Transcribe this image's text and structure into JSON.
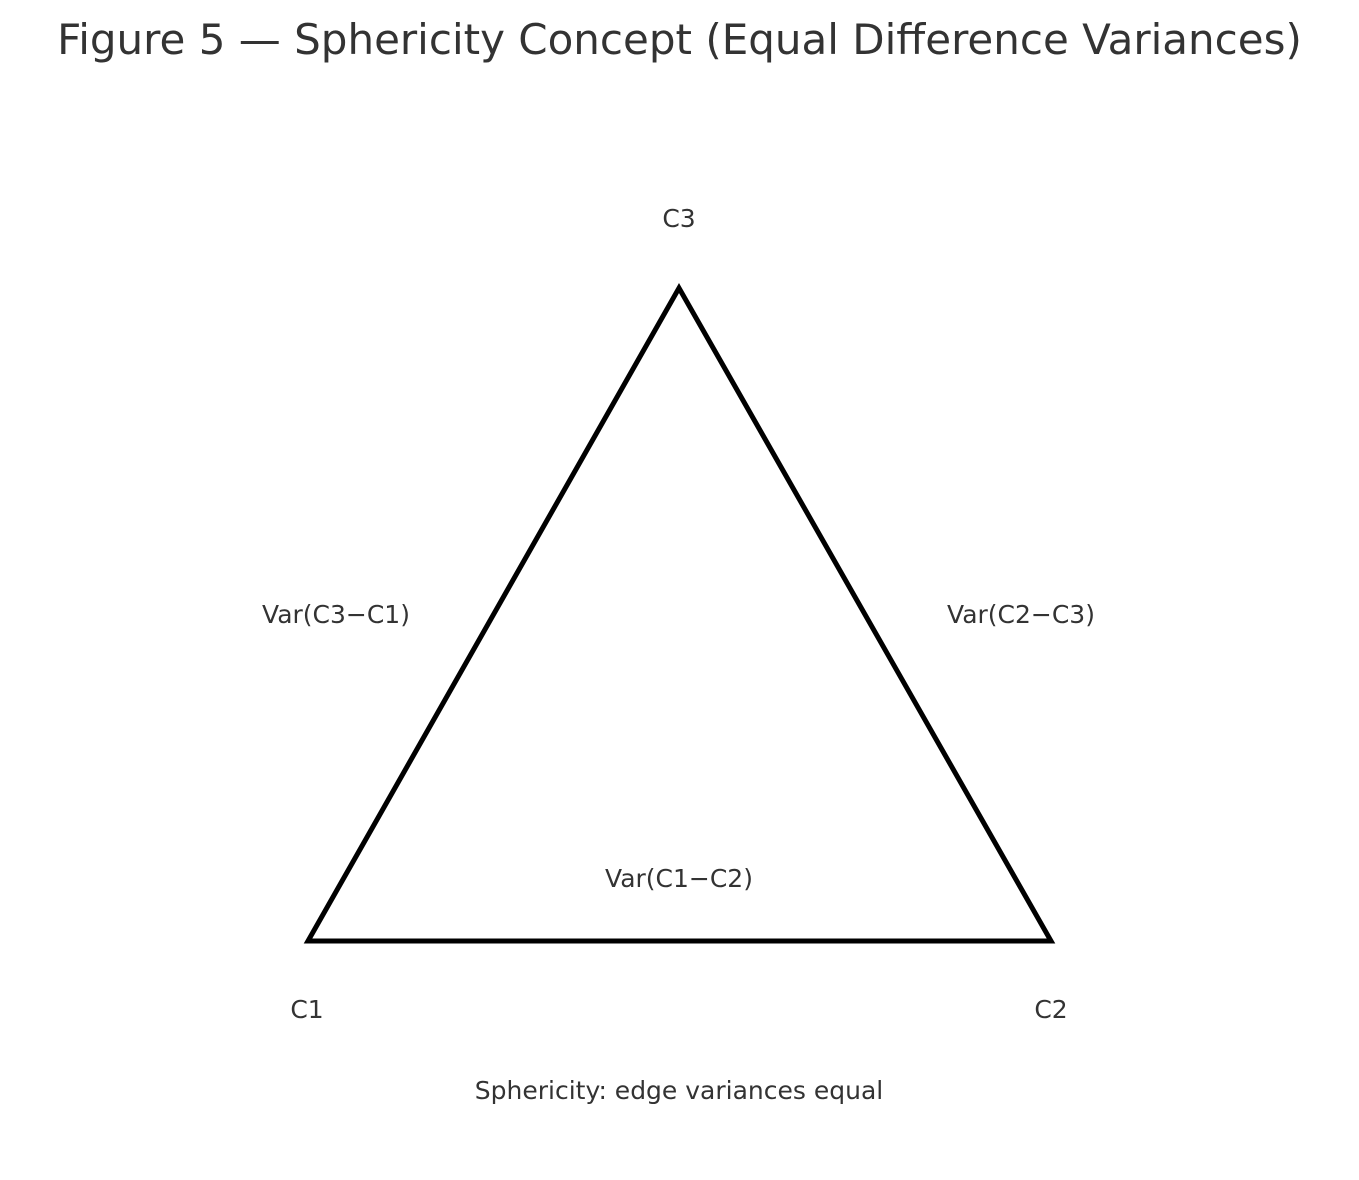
{
  "title": "Figure 5 — Sphericity Concept (Equal Difference Variances)",
  "diagram": {
    "vertices": {
      "c1": "C1",
      "c2": "C2",
      "c3": "C3"
    },
    "edges": {
      "c1_c2": "Var(C1−C2)",
      "c2_c3": "Var(C2−C3)",
      "c3_c1": "Var(C3−C1)"
    },
    "caption": "Sphericity: edge variances equal",
    "colors": {
      "stroke": "#000000",
      "text": "#333333",
      "background": "#ffffff"
    }
  }
}
